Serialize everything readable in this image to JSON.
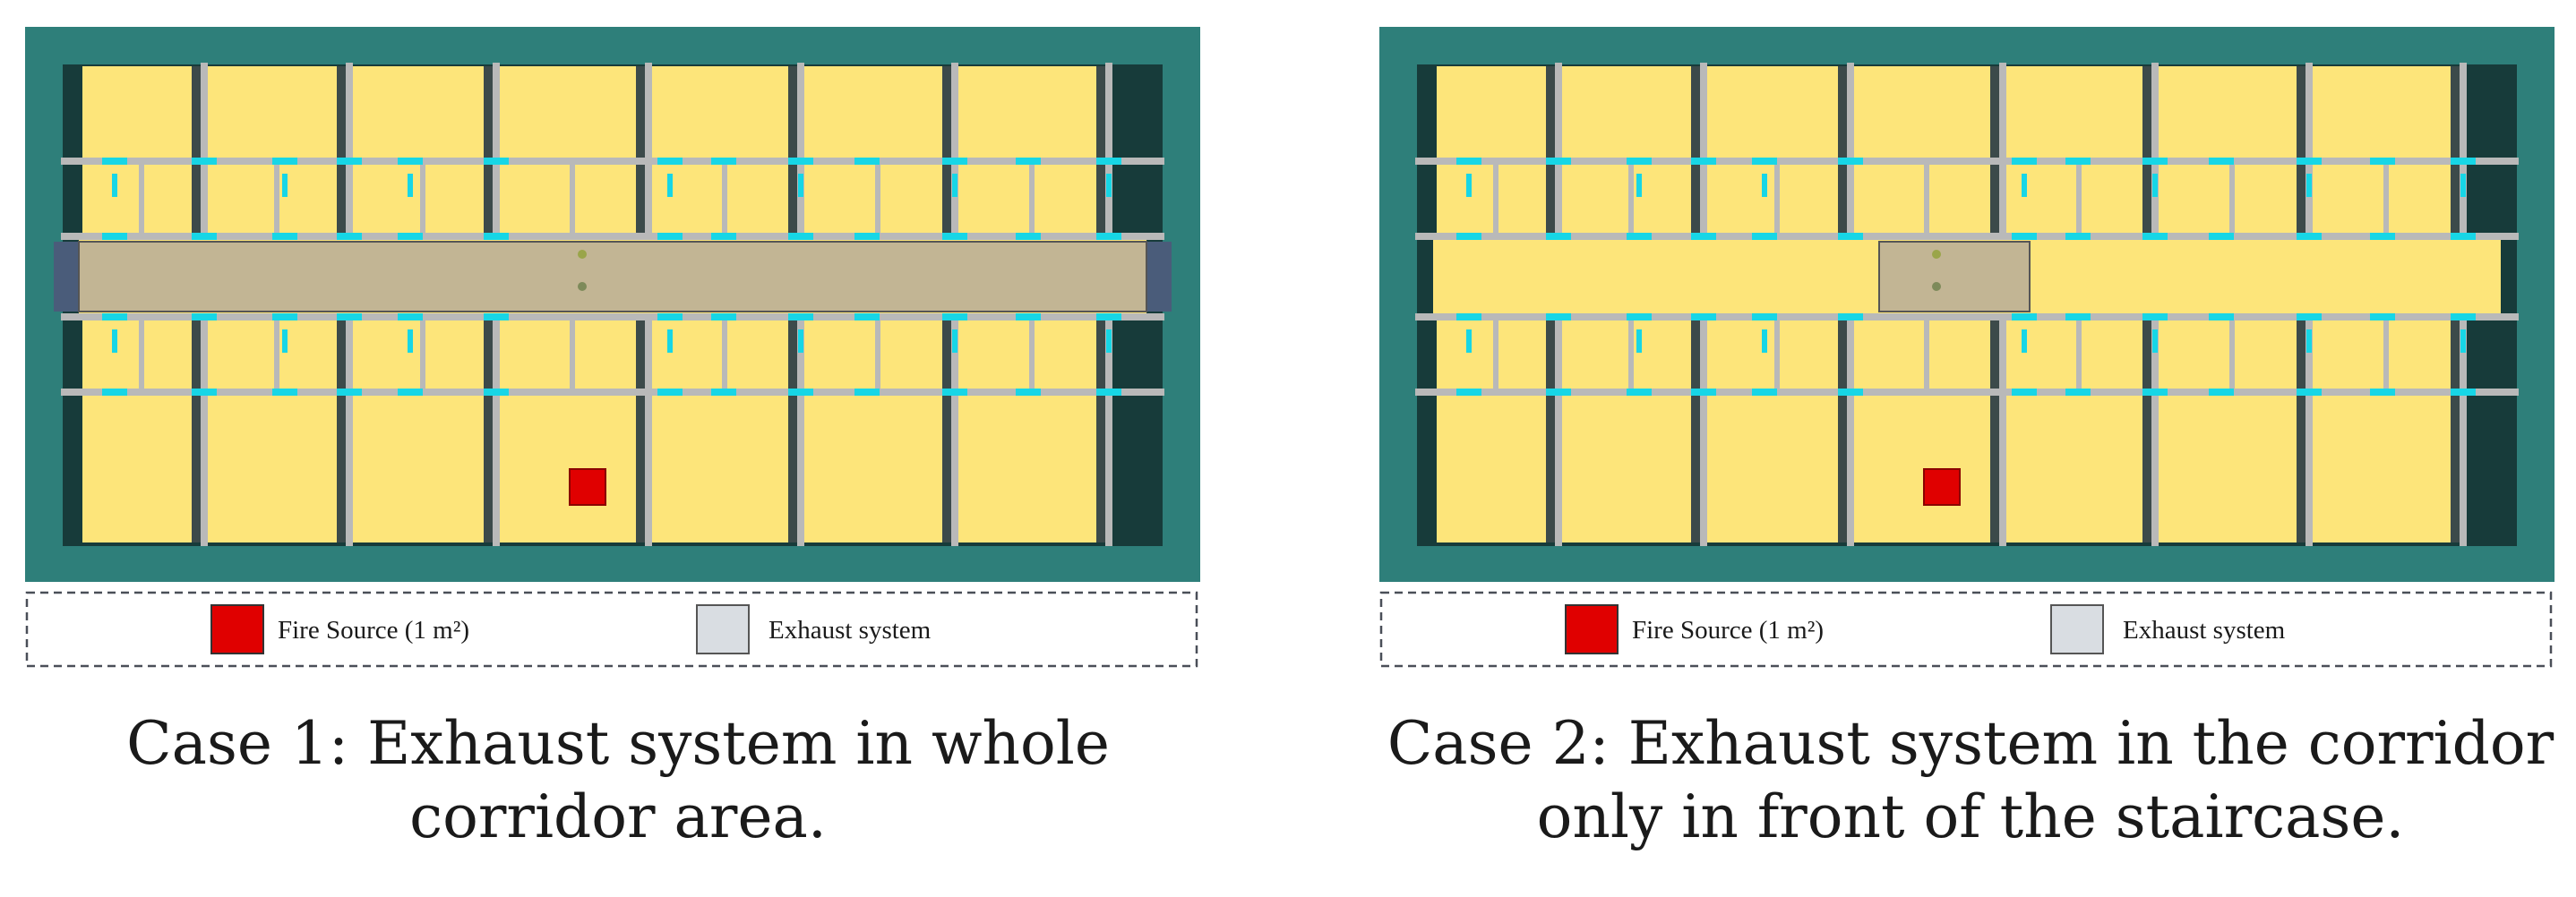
{
  "panels": [
    {
      "legend": {
        "fire_label": "Fire Source (1 m²)",
        "exhaust_label": "Exhaust system"
      },
      "caption": {
        "line1": "Case 1: Exhaust system in whole",
        "line2": "corridor area."
      },
      "exhaust": "whole-corridor"
    },
    {
      "legend": {
        "fire_label": "Fire Source (1 m²)",
        "exhaust_label": "Exhaust system"
      },
      "caption": {
        "line1": "Case 2: Exhaust system in the corridor",
        "line2": "only in front of the staircase."
      },
      "exhaust": "staircase-front"
    }
  ],
  "colors": {
    "teal": "#2e7f7a",
    "wall_dark": "#173b3a",
    "room": "#fde57a",
    "wall": "#b9b9b9",
    "door": "#17d6e6",
    "exhaust": "#c2b594",
    "fire": "#e00000",
    "legend_exhaust": "#d9dde2",
    "vent_end": "#4a5c7a"
  }
}
